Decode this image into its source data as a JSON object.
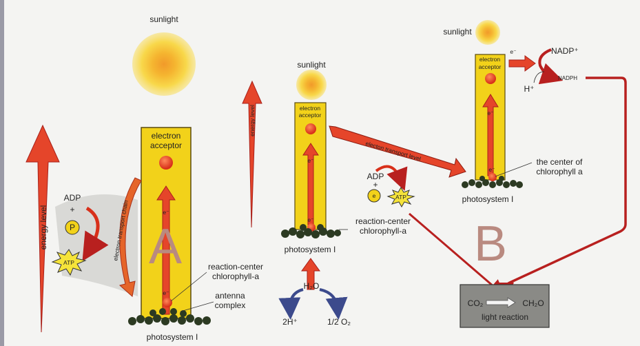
{
  "colors": {
    "column": "#f2d21a",
    "arrow": "#e5452a",
    "dark_red": "#b8201f",
    "chlorophyll": "#2c3a22",
    "sun": "#f7c93a",
    "letter": "#b98a80",
    "box": "#8a8a86",
    "water_arrow": "#3c4a8c"
  },
  "panel_a": {
    "sunlight": "sunlight",
    "energy_level": "energy level",
    "acceptor_line1": "electron",
    "acceptor_line2": "acceptor",
    "electron_top": "e⁻",
    "electron_bottom": "e⁻",
    "letter": "A",
    "transport_chain": "electron transport chain",
    "adp": "ADP",
    "plus": "+",
    "phosphate": "P",
    "atp": "ATP",
    "reaction_center_line1": "reaction-center",
    "reaction_center_line2": "chlorophyll-a",
    "antenna_line1": "antenna",
    "antenna_line2": "complex",
    "photosystem": "photosystem I"
  },
  "panel_b_left": {
    "sunlight": "sunlight",
    "energy_level": "energy level",
    "acceptor_line1": "electron",
    "acceptor_line2": "acceptor",
    "electron_top": "e⁻",
    "electron_bottom": "e⁻",
    "reaction_center_line1": "reaction-center",
    "reaction_center_line2": "chlorophyll-a",
    "photosystem": "photosystem I",
    "water": "H₂O",
    "protons": "2H⁺",
    "oxygen": "1/2 O₂",
    "transport_level": "electon transport level",
    "adp": "ADP",
    "plus": "+",
    "electron_circle": "e",
    "atp": "ATP"
  },
  "panel_b_right": {
    "sunlight": "sunlight",
    "acceptor_line1": "electron",
    "acceptor_line2": "acceptor",
    "electron_top": "e⁻",
    "electron_bottom": "e⁻",
    "electron_out": "e⁻",
    "nadp": "NADP⁺",
    "proton": "H⁺",
    "nadph": "NADPH",
    "center_line1": "the center of",
    "center_line2": "chlorophyll a",
    "photosystem": "photosystem I",
    "letter": "B",
    "co2": "CO₂",
    "ch2o": "CH₂O",
    "light_reaction": "light reaction"
  }
}
